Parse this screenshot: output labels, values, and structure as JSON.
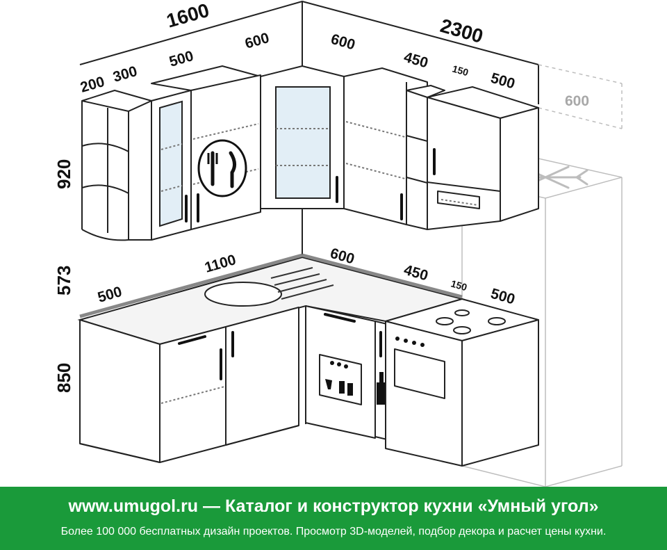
{
  "dimensions": {
    "upper_total_left": "1600",
    "upper_total_right": "2300",
    "upper_200": "200",
    "upper_300": "300",
    "upper_500_left": "500",
    "upper_600_left": "600",
    "upper_600_right": "600",
    "upper_450": "450",
    "upper_150": "150",
    "upper_500_right": "500",
    "fridge_600": "600",
    "height_upper": "920",
    "height_gap": "573",
    "height_base": "850",
    "base_500_left": "500",
    "base_1100": "1100",
    "base_600": "600",
    "base_450": "450",
    "base_150": "150",
    "base_500_right": "500"
  },
  "footer": {
    "link": "www.umugol.ru",
    "separator": "—",
    "title": "Каталог и конструктор кухни «Умный угол»",
    "subtitle": "Более 100 000 бесплатных дизайн проектов. Просмотр 3D-моделей, подбор декора и расчет цены кухни."
  },
  "colors": {
    "footer_bg": "#1a9a3a",
    "glass": "#e2eef6",
    "ghost_fridge": "#bdbdbd"
  },
  "icons": [
    "plate-fork-knife-icon",
    "snowflake-icon",
    "dishwasher-icon",
    "bottle-icon",
    "stove-burner-icon"
  ]
}
